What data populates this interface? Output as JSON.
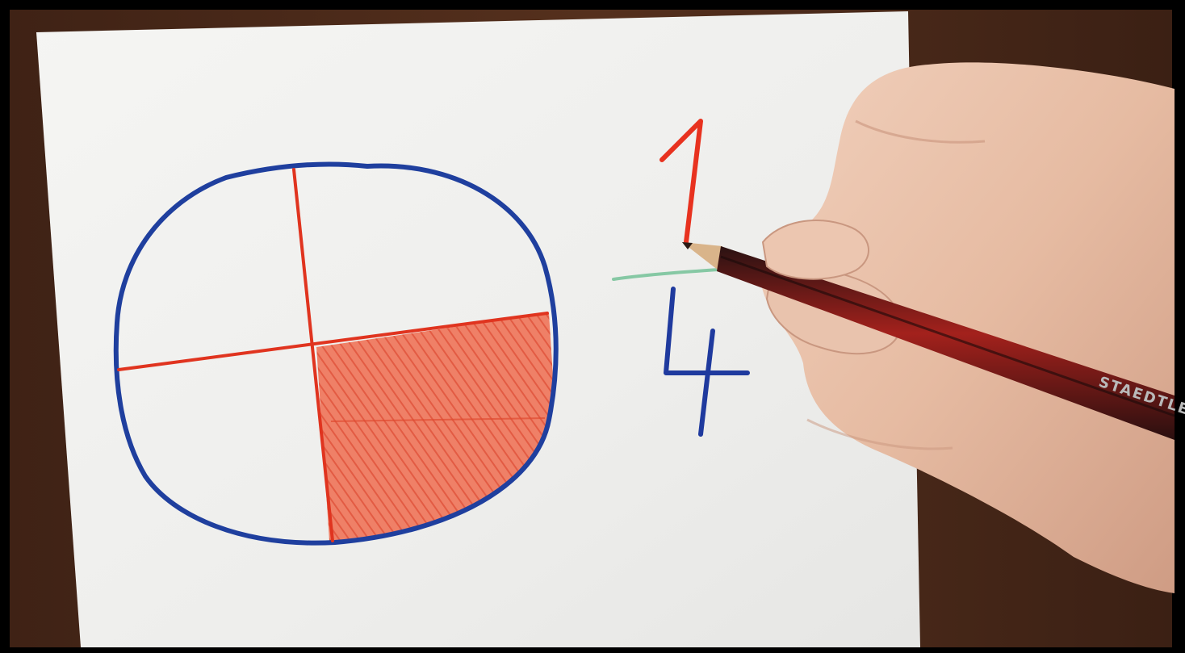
{
  "scene": {
    "description_tags": [
      "paper",
      "hand",
      "pencil",
      "fraction"
    ],
    "fraction": {
      "numerator": "1",
      "denominator": "4",
      "shaded_parts": 1,
      "total_parts": 4
    },
    "pencil": {
      "brand_text": "STAEDTLER"
    },
    "colors": {
      "frame": "#000000",
      "table": "#4a2a1a",
      "paper": "#f2f2f0",
      "outline": "#1f3f9e",
      "divider": "#e0341f",
      "shade": "#ec6a4f",
      "fraction_bar": "#7fc7a0",
      "denominator": "#1f3a9e",
      "skin": "#e8c0a8"
    }
  }
}
